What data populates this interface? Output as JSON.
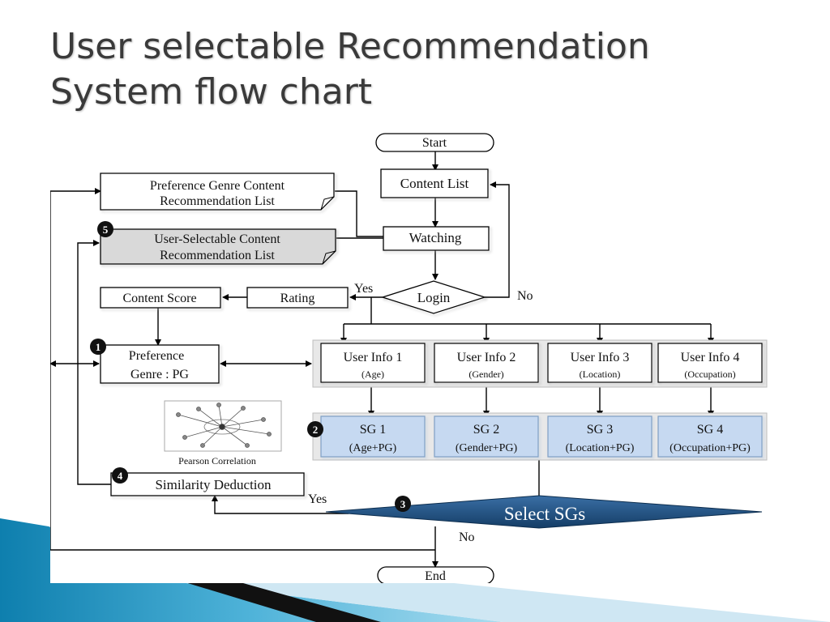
{
  "slide": {
    "title_line1": "User selectable Recommendation",
    "title_line2": "System flow chart"
  },
  "flowchart": {
    "start": "Start",
    "content_list": "Content List",
    "pgc_list_line1": "Preference Genre Content",
    "pgc_list_line2": "Recommendation List",
    "usc_list_line1": "User-Selectable Content",
    "usc_list_line2": "Recommendation List",
    "watching": "Watching",
    "content_score": "Content Score",
    "rating": "Rating",
    "login": "Login",
    "yes_login": "Yes",
    "no_login": "No",
    "pg_line1": "Preference",
    "pg_line2": "Genre : PG",
    "user_info": [
      {
        "title": "User Info 1",
        "sub": "(Age)"
      },
      {
        "title": "User Info 2",
        "sub": "(Gender)"
      },
      {
        "title": "User Info 3",
        "sub": "(Location)"
      },
      {
        "title": "User Info 4",
        "sub": "(Occupation)"
      }
    ],
    "sg": [
      {
        "title": "SG 1",
        "sub": "(Age+PG)"
      },
      {
        "title": "SG 2",
        "sub": "(Gender+PG)"
      },
      {
        "title": "SG 3",
        "sub": "(Location+PG)"
      },
      {
        "title": "SG 4",
        "sub": "(Occupation+PG)"
      }
    ],
    "pearson_caption": "Pearson Correlation",
    "similarity": "Similarity Deduction",
    "select_sgs": "Select SGs",
    "yes_select": "Yes",
    "no_select": "No",
    "end": "End",
    "badges": [
      "1",
      "2",
      "3",
      "4",
      "5"
    ]
  },
  "colors": {
    "sg_fill": "#c6d9f1",
    "select_fill": "#1f4e79",
    "usc_fill": "#d9d9d9",
    "badge_fill": "#111111"
  }
}
